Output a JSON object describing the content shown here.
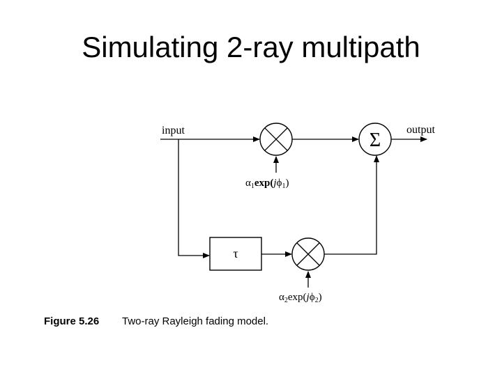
{
  "slide": {
    "title": "Simulating 2-ray multipath"
  },
  "diagram": {
    "input_label": "input",
    "output_label": "output",
    "sum_symbol": "Σ",
    "delay_symbol": "τ",
    "gain1": {
      "coef": "α",
      "sub": "1",
      "func": "exp(",
      "j": "j",
      "phi": "ϕ",
      "phi_sub": "1",
      "close": ")"
    },
    "gain2": {
      "coef": "α",
      "sub": "2",
      "func": "exp(",
      "j": "j",
      "phi": "ϕ",
      "phi_sub": "2",
      "close": ")"
    }
  },
  "caption": {
    "figure_label": "Figure 5.26",
    "text": "Two-ray Rayleigh fading model."
  }
}
